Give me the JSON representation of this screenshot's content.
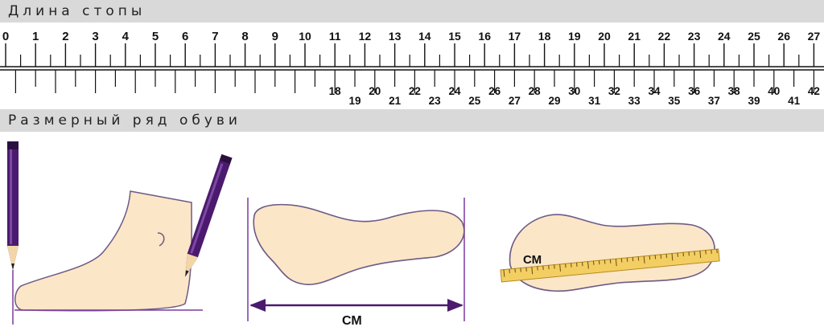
{
  "header_foot_length": "Длина стопы",
  "header_size_range": "Размерный ряд обуви",
  "cm_numbers": [
    "0",
    "1",
    "2",
    "3",
    "4",
    "5",
    "6",
    "7",
    "8",
    "9",
    "10",
    "11",
    "12",
    "13",
    "14",
    "15",
    "16",
    "17",
    "18",
    "19",
    "20",
    "21",
    "22",
    "23",
    "24",
    "25",
    "26",
    "27"
  ],
  "shoe_sizes": [
    "18",
    "19",
    "20",
    "21",
    "22",
    "23",
    "24",
    "25",
    "26",
    "27",
    "28",
    "29",
    "30",
    "31",
    "32",
    "33",
    "34",
    "35",
    "36",
    "37",
    "38",
    "39",
    "40",
    "41",
    "42"
  ],
  "label_cm_outline": "СМ",
  "label_cm_tape": "СМ",
  "colors": {
    "bar": "#d9d9d9",
    "foot_fill": "#fbe6c7",
    "foot_stroke": "#6d5a86",
    "accent": "#4b1a6e",
    "tape": "#f3cf63"
  },
  "icons": [
    "pencil-icon",
    "foot-side-icon",
    "footprint-outline-icon",
    "footprint-tape-icon"
  ]
}
